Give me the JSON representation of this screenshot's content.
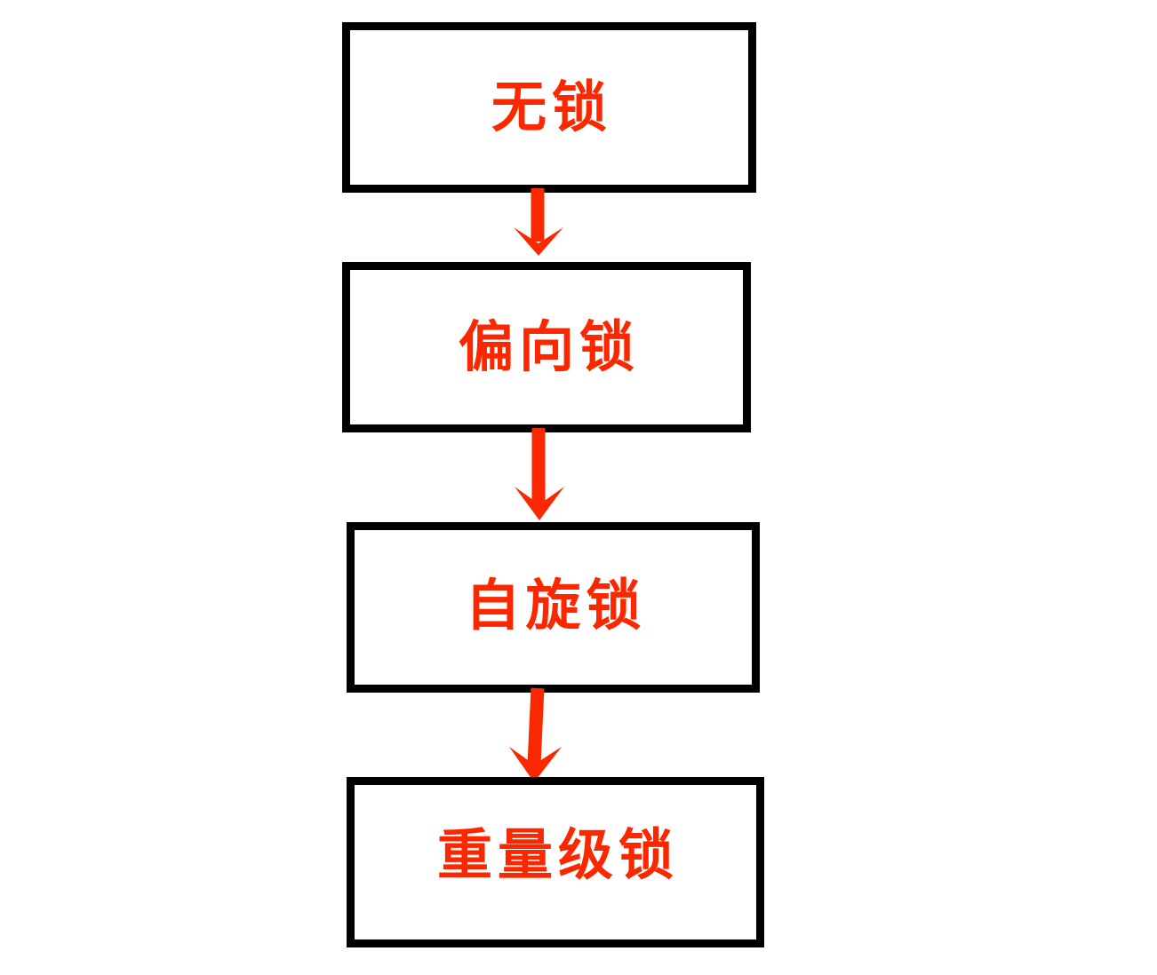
{
  "diagram": {
    "type": "flowchart",
    "orientation": "vertical-top-to-bottom",
    "title_visible": false,
    "background_color": "#ffffff",
    "box_border_color": "#000000",
    "text_color": "#fa2800",
    "arrow_color": "#fa2800",
    "nodes": [
      {
        "id": "node-0",
        "label": "无锁"
      },
      {
        "id": "node-1",
        "label": "偏向锁"
      },
      {
        "id": "node-2",
        "label": "自旋锁"
      },
      {
        "id": "node-3",
        "label": "重量级锁"
      }
    ],
    "edges": [
      {
        "id": "edge-0",
        "from": "node-0",
        "to": "node-1",
        "style": "solid-arrow-down",
        "label": ""
      },
      {
        "id": "edge-1",
        "from": "node-1",
        "to": "node-2",
        "style": "solid-arrow-down",
        "label": ""
      },
      {
        "id": "edge-2",
        "from": "node-2",
        "to": "node-3",
        "style": "solid-arrow-down",
        "label": ""
      }
    ]
  }
}
